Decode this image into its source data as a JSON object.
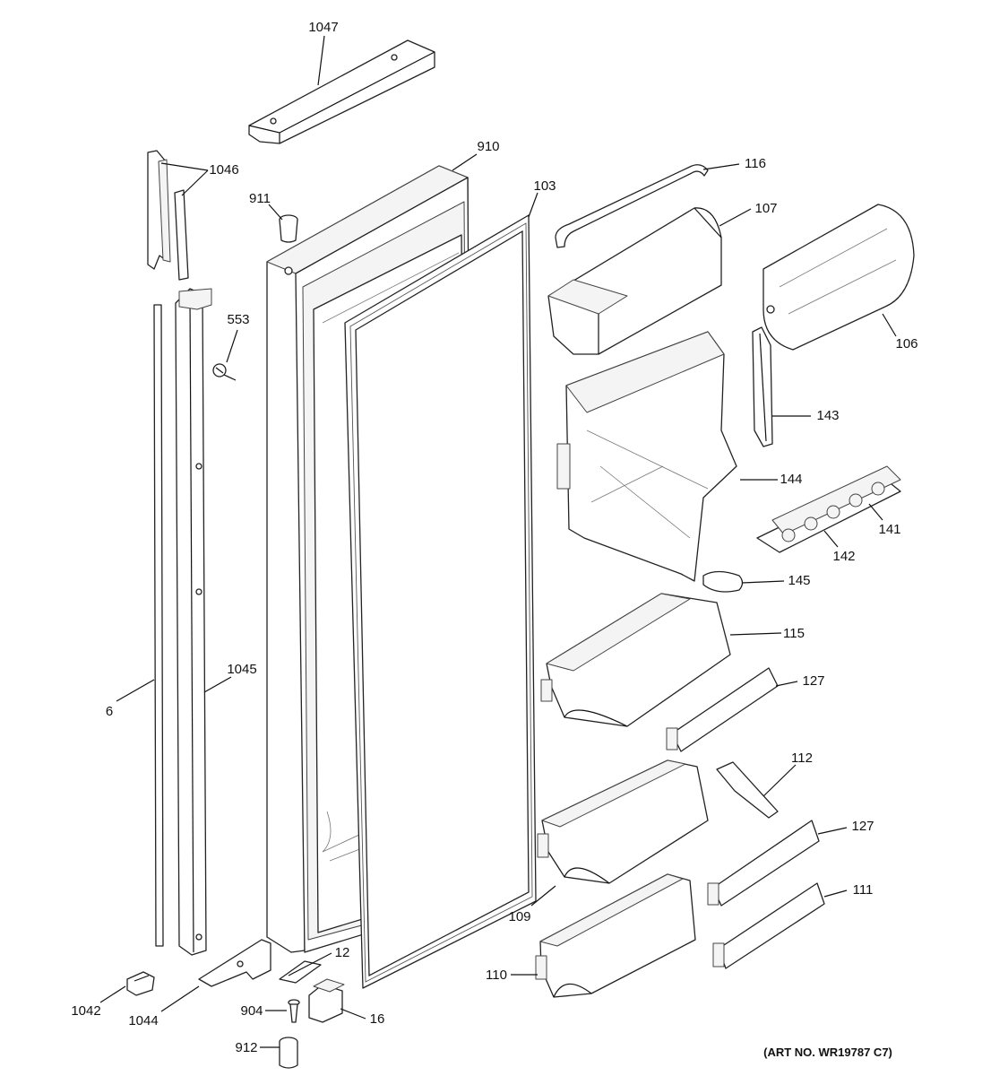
{
  "diagram": {
    "callouts": [
      {
        "id": "1047",
        "text": "1047"
      },
      {
        "id": "910",
        "text": "910"
      },
      {
        "id": "1046",
        "text": "1046"
      },
      {
        "id": "911",
        "text": "911"
      },
      {
        "id": "103",
        "text": "103"
      },
      {
        "id": "116",
        "text": "116"
      },
      {
        "id": "107",
        "text": "107"
      },
      {
        "id": "553",
        "text": "553"
      },
      {
        "id": "106",
        "text": "106"
      },
      {
        "id": "143",
        "text": "143"
      },
      {
        "id": "144",
        "text": "144"
      },
      {
        "id": "141",
        "text": "141"
      },
      {
        "id": "142",
        "text": "142"
      },
      {
        "id": "145",
        "text": "145"
      },
      {
        "id": "115",
        "text": "115"
      },
      {
        "id": "1045",
        "text": "1045"
      },
      {
        "id": "6",
        "text": "6"
      },
      {
        "id": "127a",
        "text": "127"
      },
      {
        "id": "112",
        "text": "112"
      },
      {
        "id": "127b",
        "text": "127"
      },
      {
        "id": "111",
        "text": "111"
      },
      {
        "id": "109",
        "text": "109"
      },
      {
        "id": "12",
        "text": "12"
      },
      {
        "id": "110",
        "text": "110"
      },
      {
        "id": "16",
        "text": "16"
      },
      {
        "id": "904",
        "text": "904"
      },
      {
        "id": "1042",
        "text": "1042"
      },
      {
        "id": "1044",
        "text": "1044"
      },
      {
        "id": "912",
        "text": "912"
      }
    ],
    "art_number": "(ART NO. WR19787 C7)"
  }
}
